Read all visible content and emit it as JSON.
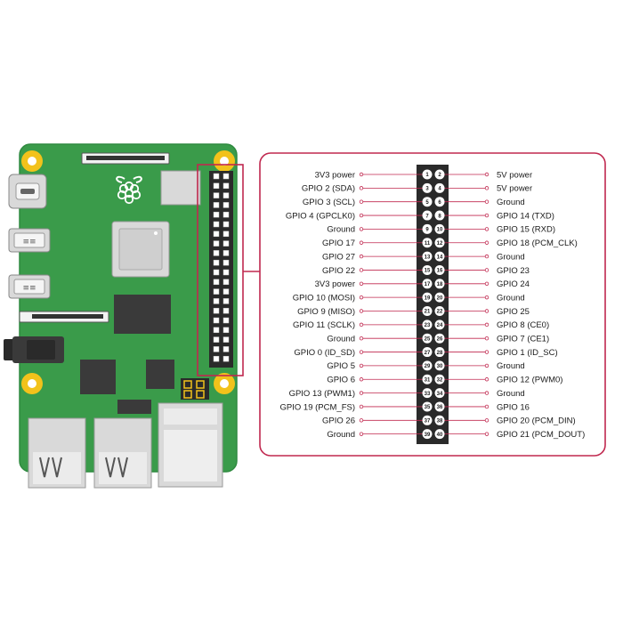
{
  "colors": {
    "board": "#3a9b4a",
    "board_edge": "#2f8a40",
    "accent": "#c0284f",
    "header_block": "#2a2a2a",
    "chip": "#3a3a3a",
    "mount_hole": "#f2c21b",
    "connector_silver": "#d9d9d9",
    "pin_circle": "#ffffff"
  },
  "board": {
    "logo_icon": "raspberry-logo-icon",
    "poe_pins_icon": "poe-header-icon"
  },
  "pinout": {
    "left": [
      {
        "pin": "1",
        "label": "3V3 power"
      },
      {
        "pin": "3",
        "label": "GPIO 2 (SDA)"
      },
      {
        "pin": "5",
        "label": "GPIO 3 (SCL)"
      },
      {
        "pin": "7",
        "label": "GPIO 4 (GPCLK0)"
      },
      {
        "pin": "9",
        "label": "Ground"
      },
      {
        "pin": "11",
        "label": "GPIO 17"
      },
      {
        "pin": "13",
        "label": "GPIO 27"
      },
      {
        "pin": "15",
        "label": "GPIO 22"
      },
      {
        "pin": "17",
        "label": "3V3 power"
      },
      {
        "pin": "19",
        "label": "GPIO 10 (MOSI)"
      },
      {
        "pin": "21",
        "label": "GPIO 9 (MISO)"
      },
      {
        "pin": "23",
        "label": "GPIO 11 (SCLK)"
      },
      {
        "pin": "25",
        "label": "Ground"
      },
      {
        "pin": "27",
        "label": "GPIO 0 (ID_SD)"
      },
      {
        "pin": "29",
        "label": "GPIO 5"
      },
      {
        "pin": "31",
        "label": "GPIO 6"
      },
      {
        "pin": "33",
        "label": "GPIO 13 (PWM1)"
      },
      {
        "pin": "35",
        "label": "GPIO 19 (PCM_FS)"
      },
      {
        "pin": "37",
        "label": "GPIO 26"
      },
      {
        "pin": "39",
        "label": "Ground"
      }
    ],
    "right": [
      {
        "pin": "2",
        "label": "5V power"
      },
      {
        "pin": "4",
        "label": "5V power"
      },
      {
        "pin": "6",
        "label": "Ground"
      },
      {
        "pin": "8",
        "label": "GPIO 14 (TXD)"
      },
      {
        "pin": "10",
        "label": "GPIO 15 (RXD)"
      },
      {
        "pin": "12",
        "label": "GPIO 18 (PCM_CLK)"
      },
      {
        "pin": "14",
        "label": "Ground"
      },
      {
        "pin": "16",
        "label": "GPIO 23"
      },
      {
        "pin": "18",
        "label": "GPIO 24"
      },
      {
        "pin": "20",
        "label": "Ground"
      },
      {
        "pin": "22",
        "label": "GPIO 25"
      },
      {
        "pin": "24",
        "label": "GPIO 8 (CE0)"
      },
      {
        "pin": "26",
        "label": "GPIO 7 (CE1)"
      },
      {
        "pin": "28",
        "label": "GPIO 1 (ID_SC)"
      },
      {
        "pin": "30",
        "label": "Ground"
      },
      {
        "pin": "32",
        "label": "GPIO 12 (PWM0)"
      },
      {
        "pin": "34",
        "label": "Ground"
      },
      {
        "pin": "36",
        "label": "GPIO 16"
      },
      {
        "pin": "38",
        "label": "GPIO 20 (PCM_DIN)"
      },
      {
        "pin": "40",
        "label": "GPIO 21 (PCM_DOUT)"
      }
    ]
  }
}
